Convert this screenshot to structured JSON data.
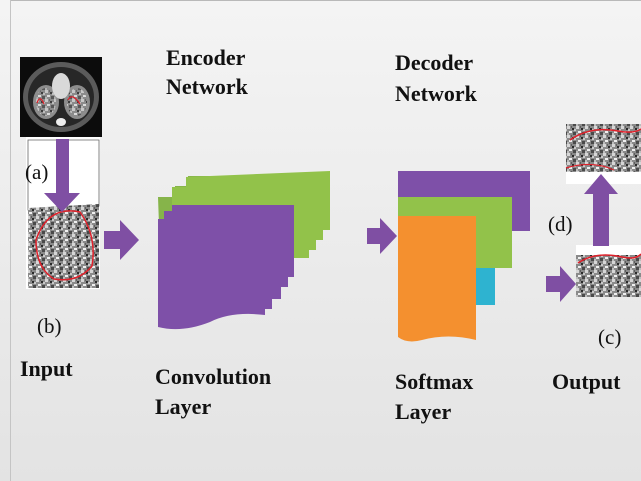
{
  "encoder": {
    "line1": "Encoder",
    "line2": "Network"
  },
  "decoder": {
    "line1": "Decoder",
    "line2": "Network"
  },
  "labels": {
    "a": "(a)",
    "b": "(b)",
    "c": "(c)",
    "d": "(d)",
    "input": "Input",
    "output": "Output",
    "conv1": "Convolution",
    "conv2": "Layer",
    "softmax1": "Softmax",
    "softmax2": "Layer"
  },
  "colors": {
    "purple": "#7e50a8",
    "green": "#92c24a",
    "orange": "#f4902f",
    "cyan": "#2eb3d0",
    "arrow": "#7f4fa3",
    "contour": "#e0202a"
  },
  "icons": [
    "ct-slice-image",
    "lung-crop-image",
    "segmented-lung-image",
    "block-arrow-icon"
  ]
}
